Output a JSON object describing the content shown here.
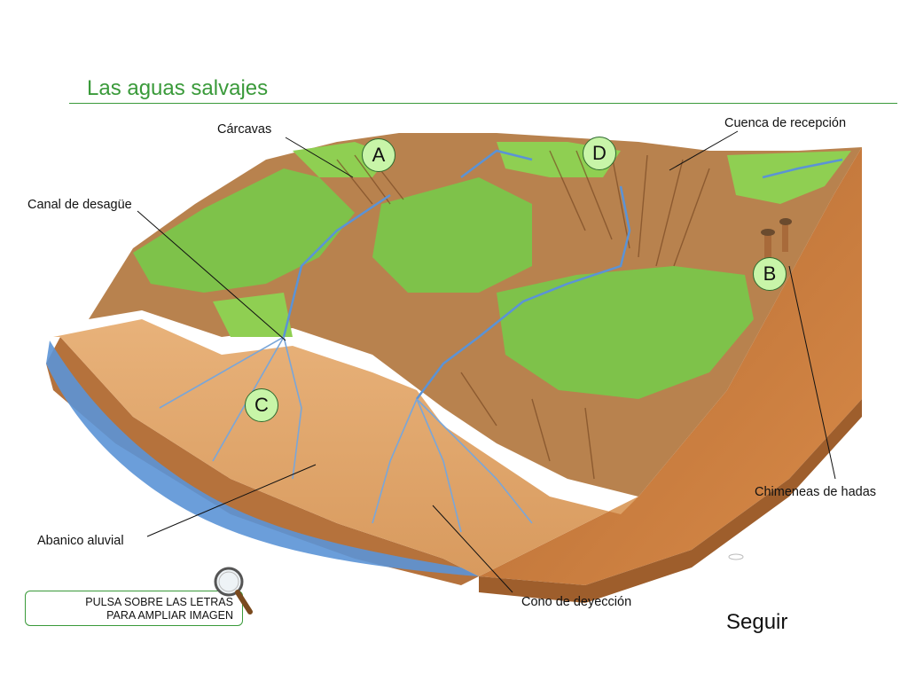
{
  "slide": {
    "title": "Las aguas salvajes"
  },
  "labels": {
    "carcavas": "Cárcavas",
    "cuenca": "Cuenca de recepción",
    "canal": "Canal de desagüe",
    "chimeneas": "Chimeneas de hadas",
    "abanico": "Abanico aluvial",
    "cono": "Cono de deyección"
  },
  "badges": {
    "a": "A",
    "b": "B",
    "c": "C",
    "d": "D"
  },
  "hint": {
    "line1": "PULSA SOBRE LAS LETRAS",
    "line2": "PARA AMPLIAR IMAGEN"
  },
  "nav": {
    "next": "Seguir"
  },
  "colors": {
    "accent_green": "#3a9a3a",
    "badge_fill": "#c8f5a8",
    "grass": "#7ec24a",
    "rock": "#b8824e",
    "soil": "#c97a3e",
    "water": "#5b93d6"
  },
  "icons": {
    "magnifier": "magnifier-icon"
  }
}
